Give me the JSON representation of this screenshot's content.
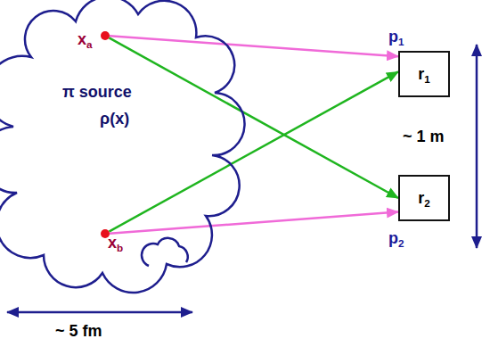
{
  "diagram": {
    "nodes": [
      {
        "text": [
          "π source",
          "ρ(x)"
        ]
      },
      {
        "text": [
          "xa"
        ],
        "in": 0
      },
      {
        "text": [
          "xb"
        ],
        "in": 0
      },
      {
        "text": [
          "r1"
        ]
      },
      {
        "text": [
          "r2"
        ]
      }
    ],
    "edges": [
      {
        "from": 1,
        "to": 3,
        "arrow": "to"
      },
      {
        "from": 1,
        "to": 4,
        "arrow": "to"
      },
      {
        "from": 2,
        "to": 3,
        "arrow": "to"
      },
      {
        "from": 2,
        "to": 4,
        "arrow": "to"
      }
    ],
    "labels": [
      "p1",
      "p2",
      "~ 1 m",
      "~ 5 fm"
    ]
  }
}
